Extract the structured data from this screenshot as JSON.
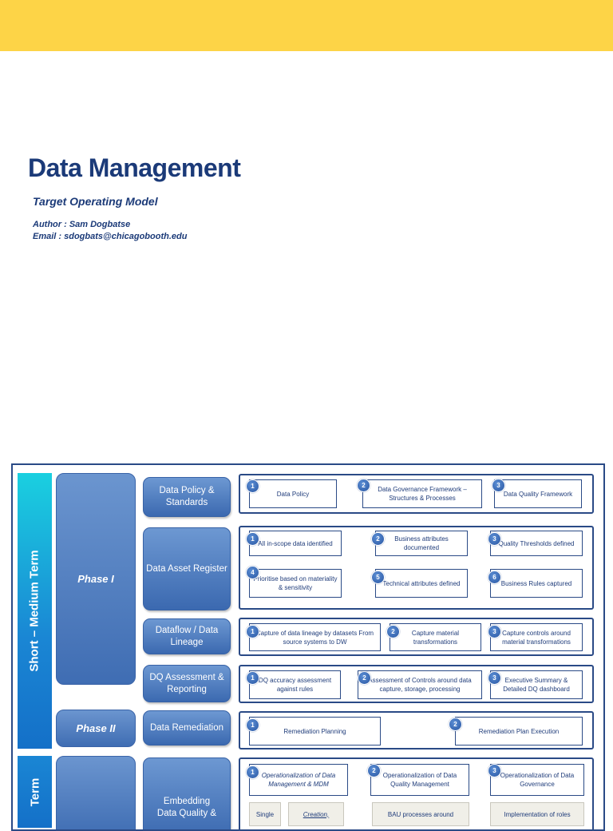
{
  "header": {
    "title": "Data Management",
    "subtitle": "Target Operating Model",
    "author": "Author : Sam  Dogbatse",
    "email": "Email : sdogbats@chicagobooth.edu"
  },
  "diagram": {
    "terms": [
      "Short – Medium Term",
      "Term"
    ],
    "phases": [
      "Phase I",
      "Phase II"
    ],
    "rows": [
      {
        "category": "Data Policy & Standards",
        "items": [
          {
            "num": "1",
            "text": "Data Policy"
          },
          {
            "num": "2",
            "text": "Data Governance Framework – Structures & Processes"
          },
          {
            "num": "3",
            "text": "Data Quality Framework"
          }
        ]
      },
      {
        "category": "Data Asset Register",
        "items": [
          {
            "num": "1",
            "text": "All in-scope data identified"
          },
          {
            "num": "2",
            "text": "Business attributes documented"
          },
          {
            "num": "3",
            "text": "Quality Thresholds defined"
          },
          {
            "num": "4",
            "text": "Prioritise based on materiality & sensitivity"
          },
          {
            "num": "5",
            "text": "Technical attributes defined"
          },
          {
            "num": "6",
            "text": "Business Rules captured"
          }
        ]
      },
      {
        "category": "Dataflow / Data Lineage",
        "items": [
          {
            "num": "1",
            "text": "Capture of data lineage by datasets From source systems to DW"
          },
          {
            "num": "2",
            "text": "Capture material transformations"
          },
          {
            "num": "3",
            "text": "Capture controls around material transformations"
          }
        ]
      },
      {
        "category": "DQ Assessment & Reporting",
        "items": [
          {
            "num": "1",
            "text": "DQ accuracy assessment against rules"
          },
          {
            "num": "2",
            "text": "Assessment of Controls around data capture, storage, processing"
          },
          {
            "num": "3",
            "text": "Executive Summary & Detailed DQ dashboard"
          }
        ]
      },
      {
        "category": "Data Remediation",
        "items": [
          {
            "num": "1",
            "text": "Remediation Planning"
          },
          {
            "num": "2",
            "text": "Remediation Plan Execution"
          }
        ]
      },
      {
        "category": "Embedding Data Quality &",
        "items": [
          {
            "num": "1",
            "text": "Operationalization of Data Management & MDM"
          },
          {
            "num": "2",
            "text": "Operationalization of Data Quality Management"
          },
          {
            "num": "3",
            "text": "Operationalization of Data Governance"
          }
        ],
        "subitems": [
          "Single",
          "Creation,",
          "BAU processes around",
          "Implementation of roles"
        ]
      }
    ]
  }
}
